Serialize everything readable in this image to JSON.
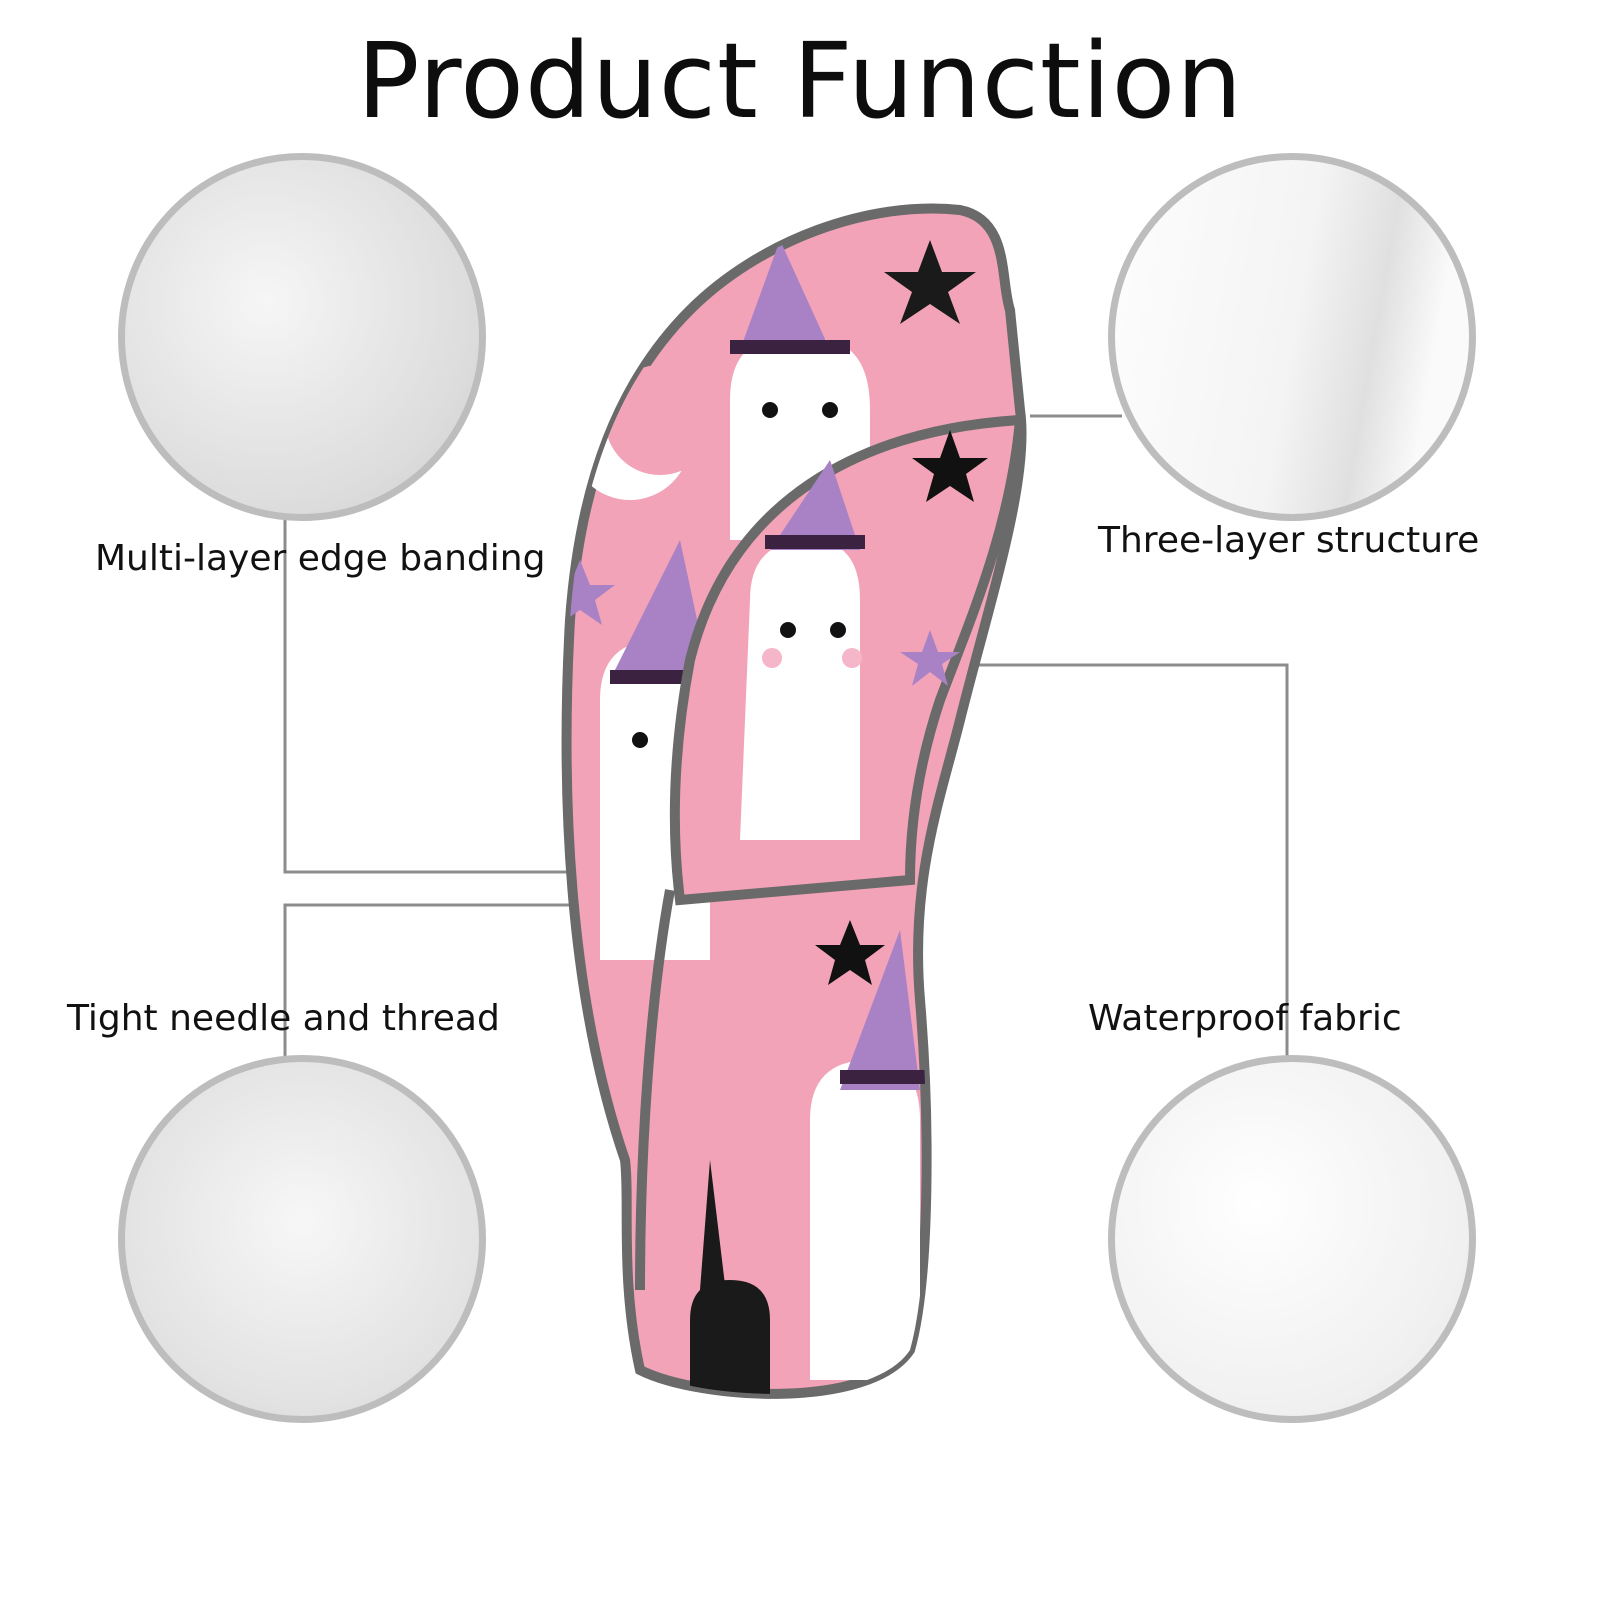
{
  "title": "Product Function",
  "features": [
    {
      "label": "Multi-layer edge banding"
    },
    {
      "label": "Three-layer structure"
    },
    {
      "label": "Tight needle and thread"
    },
    {
      "label": "Waterproof fabric"
    }
  ],
  "colors": {
    "pink": "#f2a3b8",
    "trim": "#6a6a6a",
    "hat": "#a982c6",
    "circle_border": "#bdbdbd",
    "line": "#8c8c8c"
  }
}
